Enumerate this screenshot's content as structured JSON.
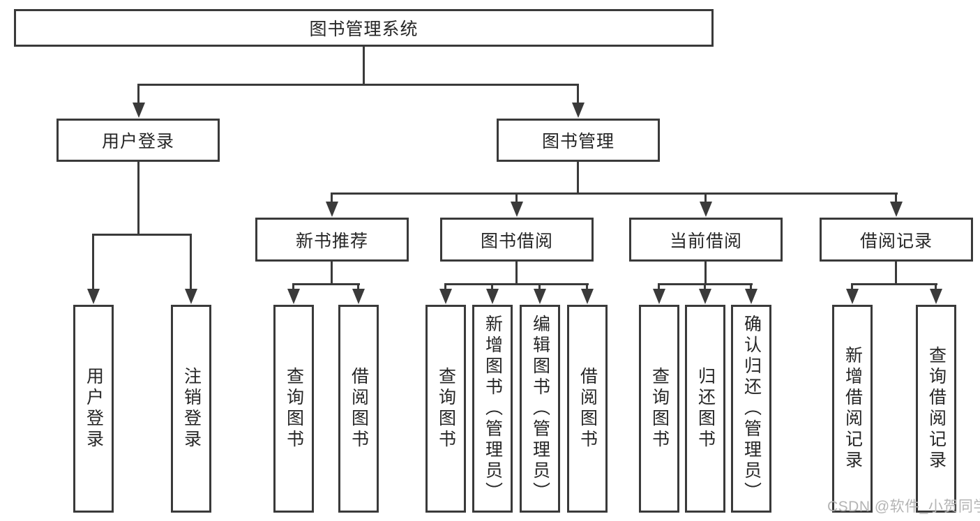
{
  "diagram": {
    "watermark": "CSDN @软件_小贺同学",
    "colors": {
      "line": "#3a3a3a",
      "text": "#262626",
      "watermark": "#b4b4b4",
      "background": "#ffffff"
    },
    "root": {
      "label": "图书管理系统",
      "children": [
        {
          "label": "用户登录",
          "children": [
            {
              "label": "用户登录"
            },
            {
              "label": "注销登录"
            }
          ]
        },
        {
          "label": "图书管理",
          "children": [
            {
              "label": "新书推荐",
              "children": [
                {
                  "label": "查询图书"
                },
                {
                  "label": "借阅图书"
                }
              ]
            },
            {
              "label": "图书借阅",
              "children": [
                {
                  "label": "查询图书"
                },
                {
                  "label": "新增图书（管理员）"
                },
                {
                  "label": "编辑图书（管理员）"
                },
                {
                  "label": "借阅图书"
                }
              ]
            },
            {
              "label": "当前借阅",
              "children": [
                {
                  "label": "查询图书"
                },
                {
                  "label": "归还图书"
                },
                {
                  "label": "确认归还（管理员）"
                }
              ]
            },
            {
              "label": "借阅记录",
              "children": [
                {
                  "label": "新增借阅记录"
                },
                {
                  "label": "查询借阅记录"
                }
              ]
            }
          ]
        }
      ]
    }
  }
}
